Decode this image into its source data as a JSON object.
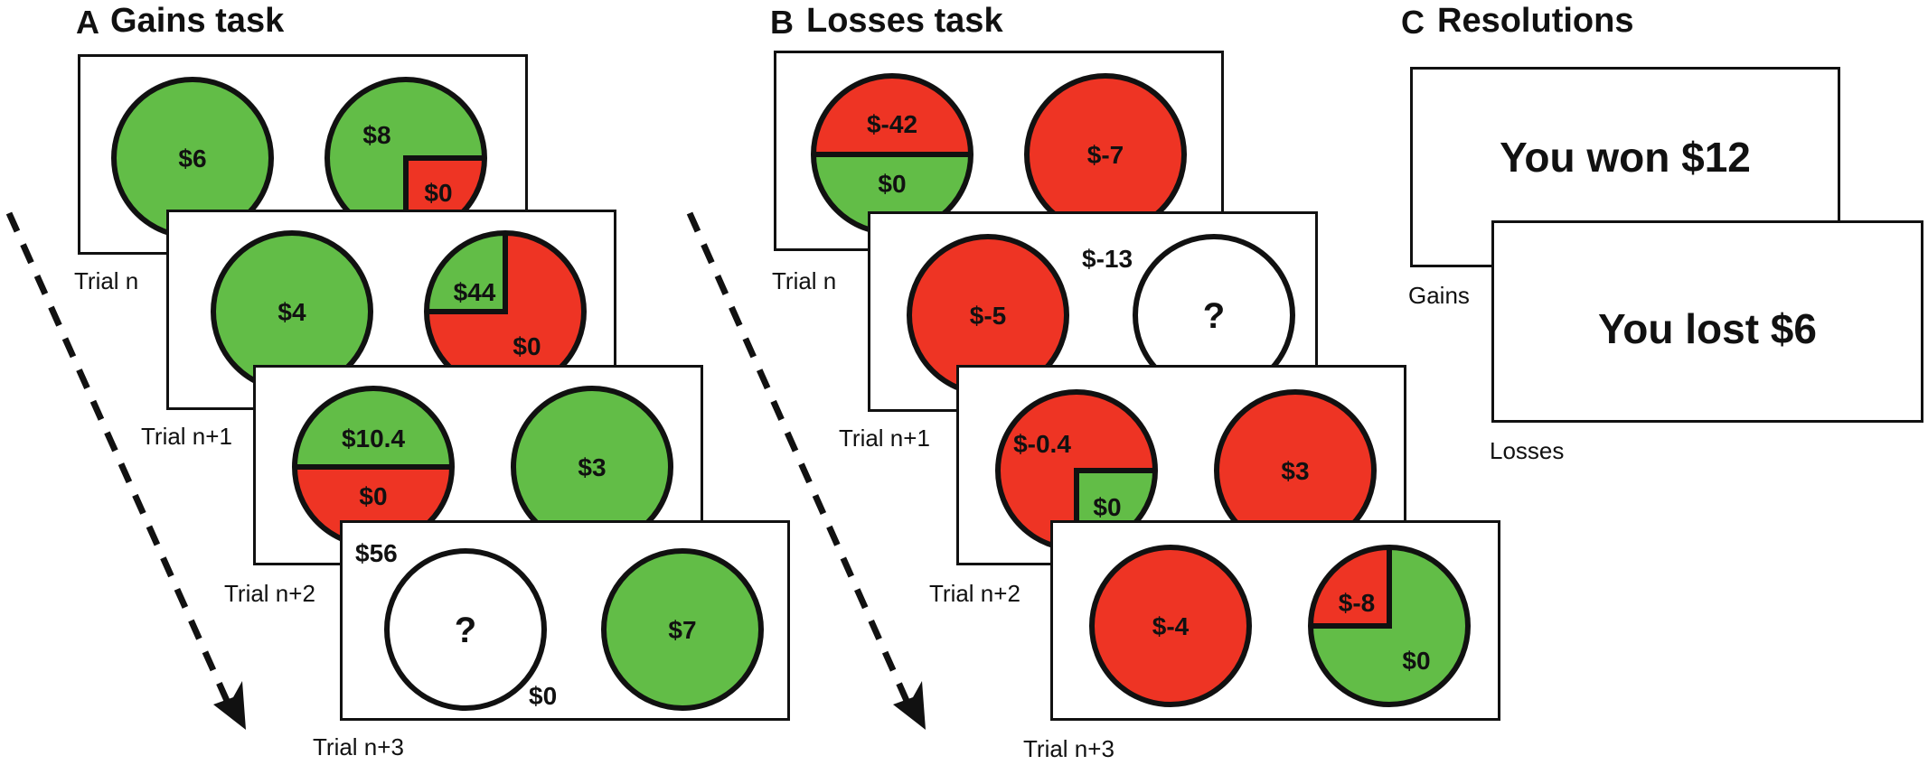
{
  "colors": {
    "gain": "#62bd47",
    "loss": "#ee3424",
    "stroke": "#111111",
    "blank": "#ffffff"
  },
  "panels": {
    "a": {
      "letter": "A",
      "title": "Gains task"
    },
    "b": {
      "letter": "B",
      "title": "Losses task"
    },
    "c": {
      "letter": "C",
      "title": "Resolutions"
    }
  },
  "gains": {
    "trials": [
      {
        "caption": "Trial n",
        "left": {
          "label": "$6"
        },
        "right": {
          "main": "$8",
          "minor": "$0",
          "minor_fraction": 0.25
        }
      },
      {
        "caption": "Trial n+1",
        "left": {
          "label": "$4"
        },
        "right": {
          "main": "$0",
          "minor": "$44",
          "minor_fraction": 0.25
        }
      },
      {
        "caption": "Trial n+2",
        "left": {
          "top": "$10.4",
          "bottom": "$0",
          "top_fraction": 0.5
        },
        "right": {
          "label": "$3"
        }
      },
      {
        "caption": "Trial n+3",
        "left": {
          "symbol": "?",
          "win_label": "$56",
          "lose_label": "$0"
        },
        "right": {
          "label": "$7"
        }
      }
    ]
  },
  "losses": {
    "trials": [
      {
        "caption": "Trial n",
        "left": {
          "top": "$-42",
          "bottom": "$0",
          "top_fraction": 0.5
        },
        "right": {
          "label": "$-7"
        }
      },
      {
        "caption": "Trial n+1",
        "left": {
          "label": "$-5"
        },
        "right": {
          "symbol": "?",
          "win_label": "$-13"
        }
      },
      {
        "caption": "Trial n+2",
        "left": {
          "main": "$-0.4",
          "minor": "$0",
          "minor_fraction": 0.25
        },
        "right": {
          "label": "$3"
        }
      },
      {
        "caption": "Trial n+3",
        "left": {
          "label": "$-4"
        },
        "right": {
          "main": "$0",
          "minor": "$-8",
          "minor_fraction": 0.25
        }
      }
    ]
  },
  "resolutions": {
    "gains": {
      "text": "You won $12",
      "caption": "Gains"
    },
    "losses": {
      "text": "You lost $6",
      "caption": "Losses"
    }
  }
}
